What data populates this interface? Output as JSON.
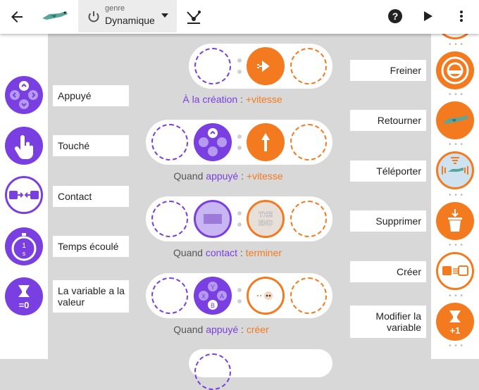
{
  "topbar": {
    "genre_label": "genre",
    "genre_value": "Dynamique"
  },
  "events": [
    {
      "label": "Appuyé"
    },
    {
      "label": "Touché"
    },
    {
      "label": "Contact"
    },
    {
      "label": "Temps écoulé"
    },
    {
      "label": "La variable a la valeur"
    }
  ],
  "actions": [
    {
      "label": "Freiner"
    },
    {
      "label": "Retourner"
    },
    {
      "label": "Téléporter"
    },
    {
      "label": "Supprimer"
    },
    {
      "label": "Créer"
    },
    {
      "label": "Modifier la variable"
    }
  ],
  "rules": [
    {
      "prefix": "",
      "event": "À la création",
      "sep": " : ",
      "action": "+vitesse"
    },
    {
      "prefix": "Quand ",
      "event": "appuyé",
      "sep": " : ",
      "action": "+vitesse"
    },
    {
      "prefix": "Quand ",
      "event": "contact",
      "sep": " : ",
      "action": "terminer"
    },
    {
      "prefix": "Quand ",
      "event": "appuyé",
      "sep": " : ",
      "action": "créer"
    }
  ],
  "timer_icon_text": "1 s",
  "variable_icon_text": "=0",
  "modify_icon_text": "+1",
  "end_image_text": "THE END",
  "colors": {
    "purple": "#7a3fe0",
    "orange": "#f47a20"
  }
}
